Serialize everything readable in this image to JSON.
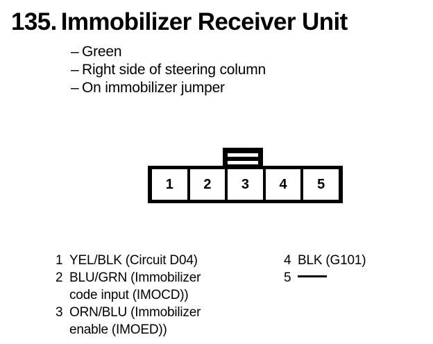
{
  "page": {
    "background_color": "#ffffff",
    "ink_color": "#000000"
  },
  "heading": {
    "number": "135.",
    "title": "Immobilizer Receiver Unit",
    "full": "135. Immobilizer Receiver Unit"
  },
  "notes": {
    "dash": "–",
    "items": [
      {
        "text": "Green"
      },
      {
        "text": "Right side of steering column"
      },
      {
        "text": "On immobilizer jumper"
      }
    ]
  },
  "connector": {
    "name": "5-pin connector",
    "tab_label": "",
    "cavities": [
      {
        "number": "1"
      },
      {
        "number": "2"
      },
      {
        "number": "3"
      },
      {
        "number": "4"
      },
      {
        "number": "5"
      }
    ]
  },
  "pin_legend": {
    "left_column": [
      {
        "pin": "1",
        "line1": "YEL/BLK (Circuit D04)",
        "line2": ""
      },
      {
        "pin": "2",
        "line1": "BLU/GRN (Immobilizer",
        "line2": "code input (IMOCD))"
      },
      {
        "pin": "3",
        "line1": "ORN/BLU (Immobilizer",
        "line2": "enable (IMOED))"
      }
    ],
    "right_column": [
      {
        "pin": "4",
        "line1": "BLK (G101)",
        "line2": "",
        "unused": false
      },
      {
        "pin": "5",
        "line1": "",
        "line2": "",
        "unused": true
      }
    ]
  }
}
